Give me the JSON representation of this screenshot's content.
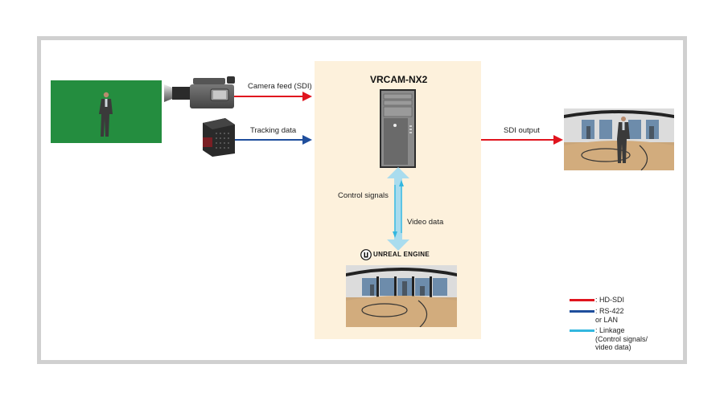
{
  "diagram": {
    "system_name": "VRCAM-NX2",
    "inputs": {
      "camera_feed_label": "Camera feed (SDI)",
      "tracking_label": "Tracking data"
    },
    "output_label": "SDI output",
    "engine_link": {
      "control_label": "Control signals",
      "video_label": "Video data"
    },
    "engine_logo_text": "UNREAL ENGINE"
  },
  "legend": {
    "items": [
      {
        "label": ": HD-SDI",
        "color": "#e0141e"
      },
      {
        "label": ": RS-422\nor LAN",
        "color": "#1f4e9c"
      },
      {
        "label": ": Linkage\n(Control signals/\nvideo data)",
        "color": "#33b7df"
      }
    ]
  },
  "colors": {
    "hd_sdi": "#e0141e",
    "rs422": "#1f4e9c",
    "linkage": "#33b7df",
    "linkage_light": "#a9dcee",
    "panel_bg": "#fdf1dc",
    "green_screen": "#248d3f",
    "frame_border": "#d0d0d0"
  }
}
